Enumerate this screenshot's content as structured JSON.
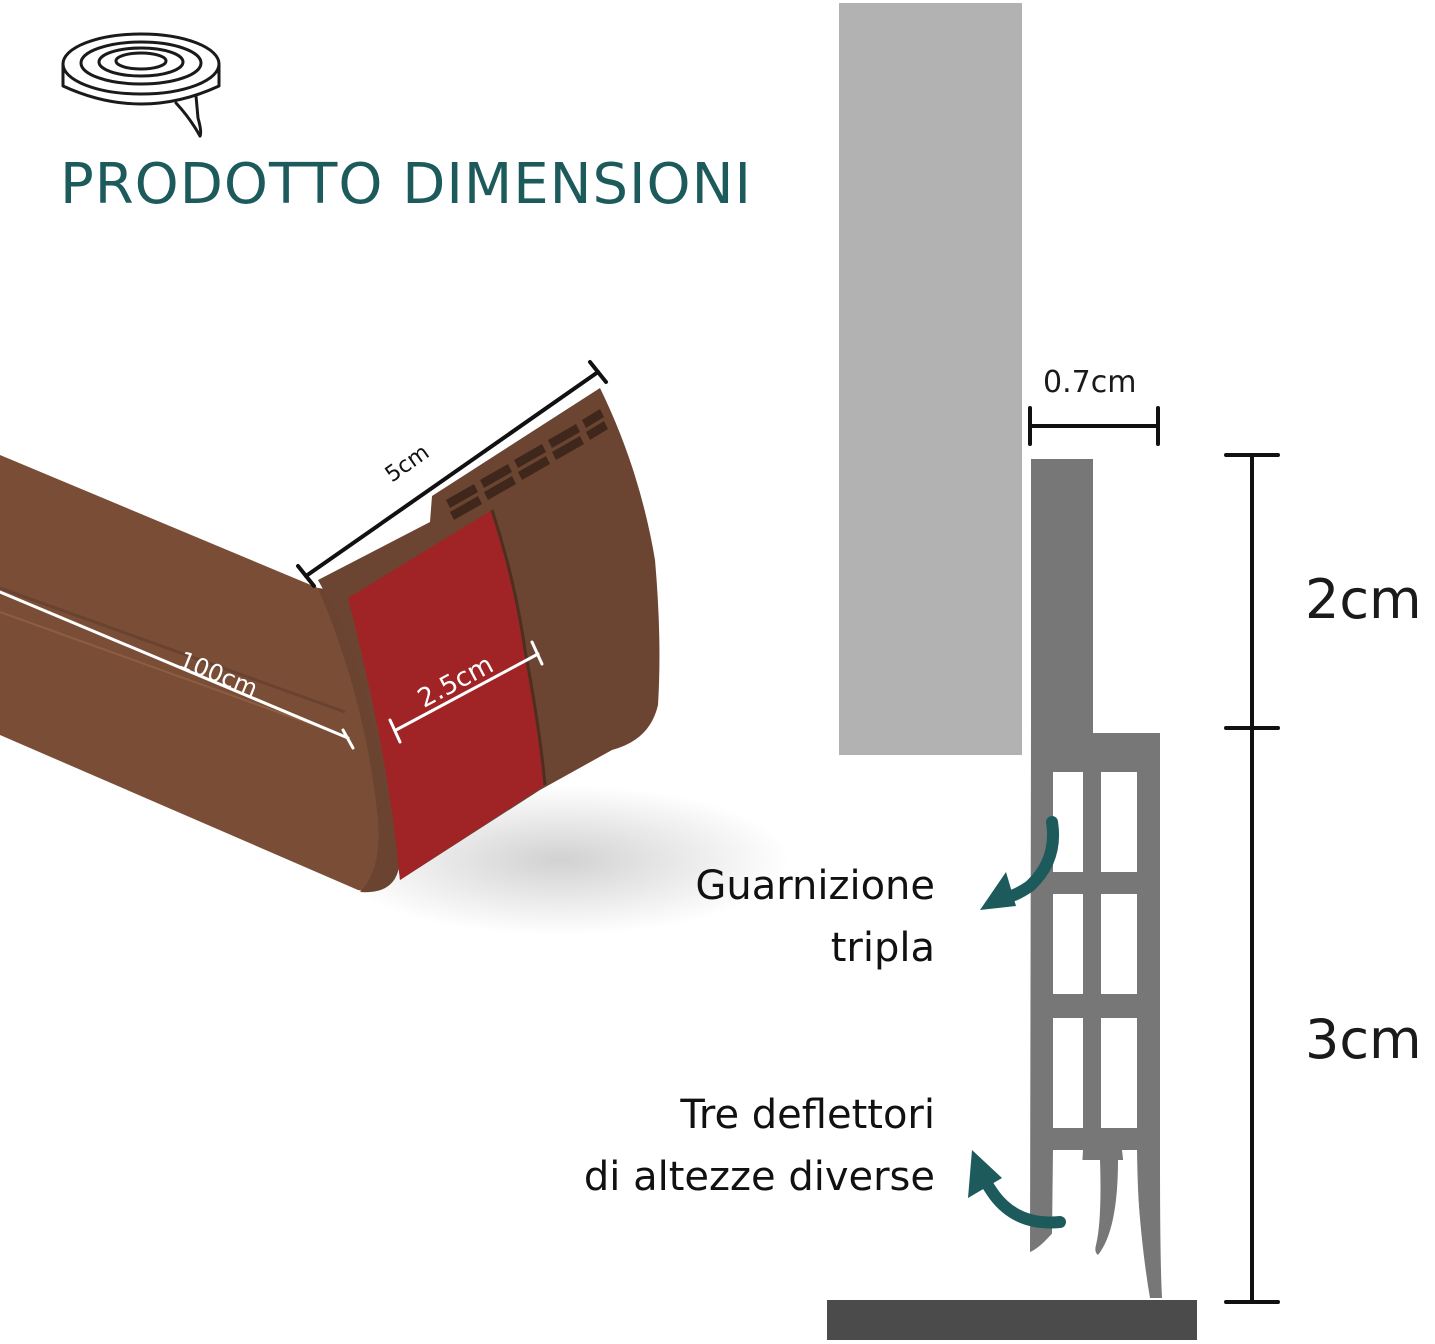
{
  "title": "PRODOTTO DIMENSIONI",
  "icons": {
    "roll": "tape-roll-icon"
  },
  "colors": {
    "title": "#1d5a5c",
    "strip_brown": "#7a4e36",
    "strip_brown_dark": "#5f3b28",
    "adhesive_red": "#a02326",
    "door_gray": "#b2b2b2",
    "seal_gray": "#777777",
    "floor_dark": "#4b4b4b",
    "arrow_teal": "#1d5a5c"
  },
  "strip_dimensions": {
    "length": "100cm",
    "width": "5cm",
    "adhesive": "2.5cm"
  },
  "profile_dimensions": {
    "thickness": "0.7cm",
    "upper_height": "2cm",
    "lower_height": "3cm"
  },
  "callouts": {
    "seal_line1": "Guarnizione",
    "seal_line2": "tripla",
    "deflector_line1": "Tre deflettori",
    "deflector_line2": "di altezze diverse"
  }
}
